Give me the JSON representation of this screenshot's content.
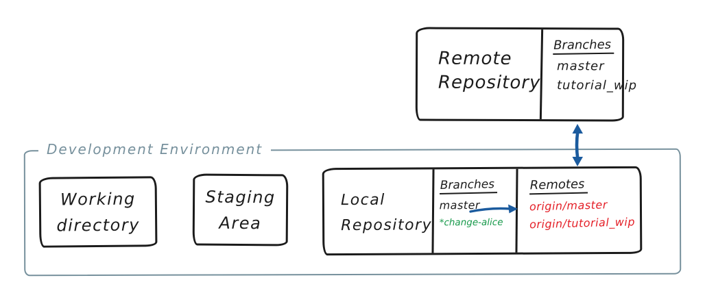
{
  "colors": {
    "ink": "#1b1b1b",
    "container_gray": "#76909c",
    "arrow_blue": "#1b5b9e",
    "branch_green": "#17994a",
    "remote_red": "#e41e26"
  },
  "remote_repository": {
    "title_lines": [
      "Remote",
      "Repository"
    ],
    "branches_header": "Branches",
    "branches": [
      "master",
      "tutorial_wip"
    ]
  },
  "development_environment": {
    "label": "Development Environment",
    "working_directory": {
      "title_lines": [
        "Working",
        "directory"
      ]
    },
    "staging_area": {
      "title_lines": [
        "Staging",
        "Area"
      ]
    },
    "local_repository": {
      "title_lines": [
        "Local",
        "Repository"
      ],
      "branches_header": "Branches",
      "branches": [
        {
          "name": "master",
          "current": false
        },
        {
          "name": "*change-alice",
          "current": true
        }
      ],
      "remotes_header": "Remotes",
      "remotes": [
        "origin/master",
        "origin/tutorial_wip"
      ]
    }
  }
}
